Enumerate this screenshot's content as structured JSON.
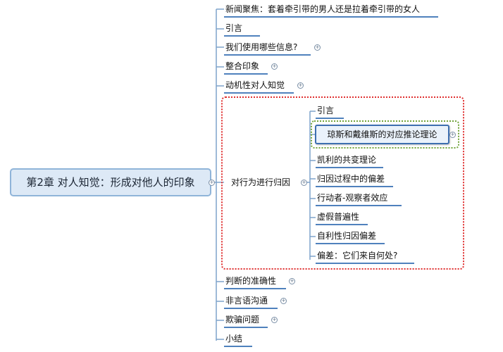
{
  "central_topic": "第2章 对人知觉：形成对他人的印象",
  "topics_before": [
    {
      "label": "新闻聚焦：套着牵引带的男人还是拉着牵引带的女人",
      "collapsed": false
    },
    {
      "label": "引言",
      "collapsed": false
    },
    {
      "label": "我们使用哪些信息?",
      "collapsed": true
    },
    {
      "label": "整合印象",
      "collapsed": true
    },
    {
      "label": "动机性对人知觉",
      "collapsed": true
    }
  ],
  "attribution": {
    "label": "对行为进行归因",
    "selected_child": "琼斯和戴维斯的对应推论理论",
    "children": [
      {
        "label": "引言"
      },
      {
        "label": "琼斯和戴维斯的对应推论理论"
      },
      {
        "label": "凯利的共变理论"
      },
      {
        "label": "归因过程中的偏差"
      },
      {
        "label": "行动者-观察者效应"
      },
      {
        "label": "虚假普遍性"
      },
      {
        "label": "自利性归因偏差"
      },
      {
        "label": "偏差：它们来自何处?"
      }
    ]
  },
  "topics_after": [
    {
      "label": "判断的准确性",
      "collapsed": true
    },
    {
      "label": "非言语沟通",
      "collapsed": true
    },
    {
      "label": "欺骗问题",
      "collapsed": true
    },
    {
      "label": "小结",
      "collapsed": false
    }
  ],
  "colors": {
    "connector": "#7fa3cb",
    "underline": "#4f81bd",
    "central_fill": "#dde9f6",
    "highlight_frame": "#e03030",
    "selection_frame": "#71a33a"
  }
}
